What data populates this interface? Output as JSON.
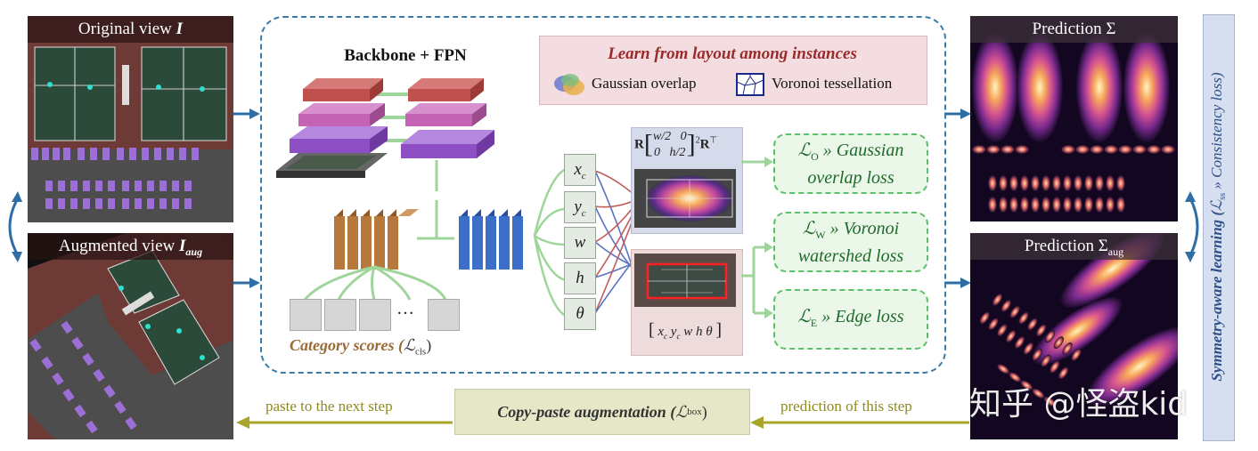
{
  "original_view": {
    "label": "Original view ",
    "label_var": "I"
  },
  "augmented_view": {
    "label": "Augmented view ",
    "label_var": "I",
    "label_sub": "aug"
  },
  "prediction": {
    "label": "Prediction Σ"
  },
  "prediction_aug": {
    "label": "Prediction Σ",
    "label_sub": "aug"
  },
  "backbone": {
    "title": "Backbone + FPN"
  },
  "learn_layout": {
    "title": "Learn from layout among instances",
    "gaussian": "Gaussian overlap",
    "voronoi": "Voronoi tessellation"
  },
  "params": [
    "x",
    "y",
    "w",
    "h",
    "θ"
  ],
  "param_subs": [
    "c",
    "c",
    "",
    "",
    ""
  ],
  "losses": {
    "gaussian_prefix": "ℒ",
    "gaussian_sub": "O",
    "gaussian_text1": " » Gaussian",
    "gaussian_text2": "overlap loss",
    "voronoi_prefix": "ℒ",
    "voronoi_sub": "W",
    "voronoi_text1": " » Voronoi",
    "voronoi_text2": "watershed loss",
    "edge_prefix": "ℒ",
    "edge_sub": "E",
    "edge_text": " » Edge loss"
  },
  "matrix": {
    "r": "R",
    "m11": "w/2",
    "m12": "0",
    "m21": "0",
    "m22": "h/2",
    "sup": "2",
    "rt": "R",
    "rt_sup": "⊤"
  },
  "vector": "x   y   w   h   θ",
  "vector_parts": [
    "x",
    "c",
    "y",
    "c",
    "w",
    "h",
    "θ"
  ],
  "category_scores": {
    "text": "Category scores (",
    "script": "ℒ",
    "sub": "cls",
    "close": ")"
  },
  "dots": "…",
  "copy_paste": {
    "text": "Copy-paste augmentation (",
    "script": "ℒ",
    "sub": "box",
    "close": ")"
  },
  "paste_next": "paste to the next step",
  "prediction_this": "prediction of this step",
  "side_label": {
    "text1": "Symmetry-aware learning (",
    "script": "ℒ",
    "sub": "ss",
    "text2": " » Consistency loss)"
  },
  "watermark": "知乎 @怪盗kid",
  "colors": {
    "dashed_frame": "#3a7ca8",
    "arrow_blue": "#2f6ea5",
    "arrow_olive": "#a9a52a",
    "layer_red": "#c0504d",
    "layer_pink": "#c463b3",
    "layer_purple": "#8e4fc4",
    "cnn_orange": "#b7783c",
    "cnn_blue": "#3b6fc9",
    "loss_green": "#5cbf6a",
    "title_red": "#9b2a2a",
    "category_brown": "#9a6a35"
  }
}
